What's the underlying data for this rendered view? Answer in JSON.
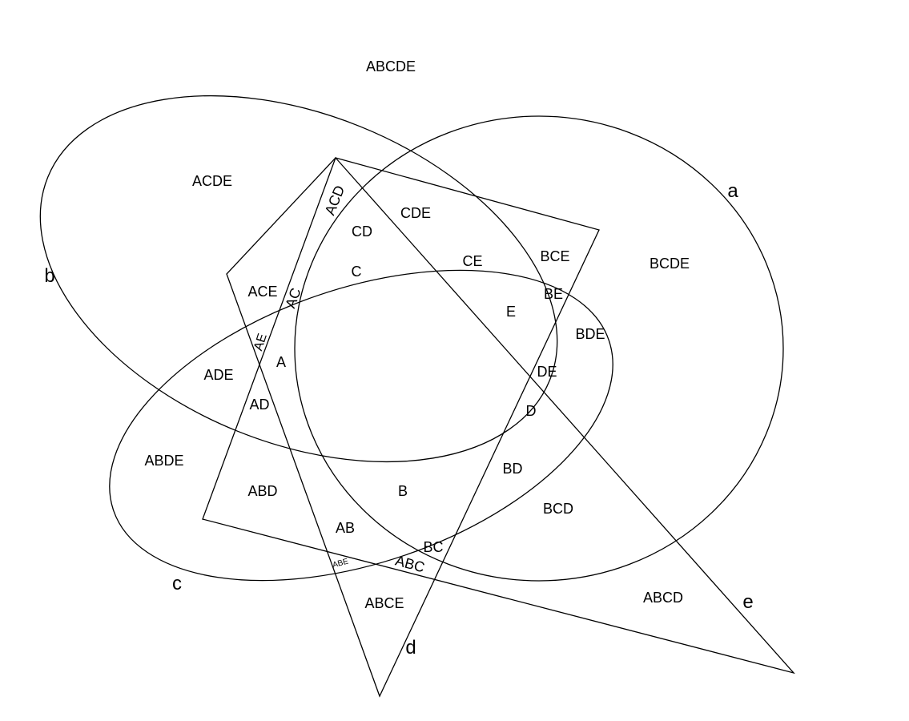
{
  "diagram": {
    "set_labels": {
      "a": "a",
      "b": "b",
      "c": "c",
      "d": "d",
      "e": "e"
    },
    "regions": {
      "ABCDE": "ABCDE",
      "ACDE": "ACDE",
      "ACD": "ACD",
      "CDE": "CDE",
      "CD": "CD",
      "BCE": "BCE",
      "BCDE": "BCDE",
      "CE": "CE",
      "C": "C",
      "ACE": "ACE",
      "AC": "AC",
      "BE": "BE",
      "E": "E",
      "BDE": "BDE",
      "AE": "AE",
      "A": "A",
      "ADE": "ADE",
      "DE": "DE",
      "AD": "AD",
      "D": "D",
      "ABDE": "ABDE",
      "BD": "BD",
      "ABD": "ABD",
      "B": "B",
      "BCD": "BCD",
      "AB": "AB",
      "BC": "BC",
      "ABE": "ABE",
      "ABC": "ABC",
      "ABCE": "ABCE",
      "ABCD": "ABCD"
    },
    "stroke_color": "#000000",
    "background_color": "#ffffff"
  }
}
